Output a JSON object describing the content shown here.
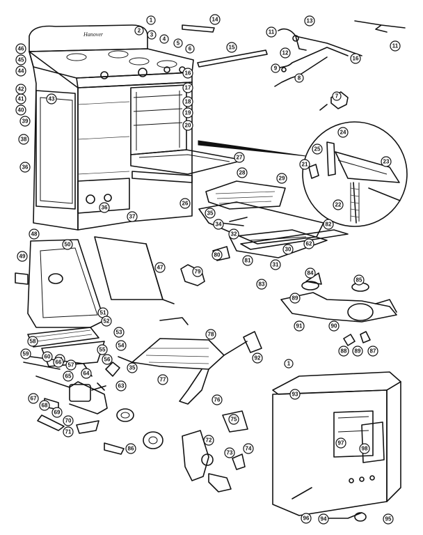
{
  "diagram": {
    "cabinet_logo_text": "Hanover",
    "callouts": [
      {
        "id": "c1",
        "label": "1"
      },
      {
        "id": "c2",
        "label": "2"
      },
      {
        "id": "c3",
        "label": "3"
      },
      {
        "id": "c4",
        "label": "4"
      },
      {
        "id": "c5",
        "label": "5"
      },
      {
        "id": "c6",
        "label": "6"
      },
      {
        "id": "c7",
        "label": "7"
      },
      {
        "id": "c8",
        "label": "8"
      },
      {
        "id": "c9",
        "label": "9"
      },
      {
        "id": "c11",
        "label": "11"
      },
      {
        "id": "c11b",
        "label": "11"
      },
      {
        "id": "c12",
        "label": "12"
      },
      {
        "id": "c13",
        "label": "13"
      },
      {
        "id": "c14",
        "label": "14"
      },
      {
        "id": "c15",
        "label": "15"
      },
      {
        "id": "c16a",
        "label": "16"
      },
      {
        "id": "c16b",
        "label": "16"
      },
      {
        "id": "c17",
        "label": "17"
      },
      {
        "id": "c18",
        "label": "18"
      },
      {
        "id": "c19",
        "label": "19"
      },
      {
        "id": "c20",
        "label": "20"
      },
      {
        "id": "c21",
        "label": "21"
      },
      {
        "id": "c22",
        "label": "22"
      },
      {
        "id": "c23",
        "label": "23"
      },
      {
        "id": "c24",
        "label": "24"
      },
      {
        "id": "c25",
        "label": "25"
      },
      {
        "id": "c26",
        "label": "26"
      },
      {
        "id": "c27",
        "label": "27"
      },
      {
        "id": "c28",
        "label": "28"
      },
      {
        "id": "c29",
        "label": "29"
      },
      {
        "id": "c30",
        "label": "30"
      },
      {
        "id": "c31",
        "label": "31"
      },
      {
        "id": "c32",
        "label": "32"
      },
      {
        "id": "c34",
        "label": "34"
      },
      {
        "id": "c35",
        "label": "35"
      },
      {
        "id": "c35b",
        "label": "35"
      },
      {
        "id": "c36",
        "label": "36"
      },
      {
        "id": "c36b",
        "label": "36"
      },
      {
        "id": "c37",
        "label": "37"
      },
      {
        "id": "c38",
        "label": "38"
      },
      {
        "id": "c39",
        "label": "39"
      },
      {
        "id": "c40",
        "label": "40"
      },
      {
        "id": "c41",
        "label": "41"
      },
      {
        "id": "c42",
        "label": "42"
      },
      {
        "id": "c43",
        "label": "43"
      },
      {
        "id": "c44",
        "label": "44"
      },
      {
        "id": "c45",
        "label": "45"
      },
      {
        "id": "c46",
        "label": "46"
      },
      {
        "id": "c47",
        "label": "47"
      },
      {
        "id": "c48",
        "label": "48"
      },
      {
        "id": "c49",
        "label": "49"
      },
      {
        "id": "c50",
        "label": "50"
      },
      {
        "id": "c51",
        "label": "51"
      },
      {
        "id": "c52",
        "label": "52"
      },
      {
        "id": "c53",
        "label": "53"
      },
      {
        "id": "c54",
        "label": "54"
      },
      {
        "id": "c55",
        "label": "55"
      },
      {
        "id": "c56",
        "label": "56"
      },
      {
        "id": "c57",
        "label": "57"
      },
      {
        "id": "c58",
        "label": "58"
      },
      {
        "id": "c59",
        "label": "59"
      },
      {
        "id": "c60",
        "label": "60"
      },
      {
        "id": "c61",
        "label": "61"
      },
      {
        "id": "c62",
        "label": "62"
      },
      {
        "id": "c63",
        "label": "63"
      },
      {
        "id": "c64",
        "label": "64"
      },
      {
        "id": "c65",
        "label": "65"
      },
      {
        "id": "c66",
        "label": "66"
      },
      {
        "id": "c67",
        "label": "67"
      },
      {
        "id": "c68",
        "label": "68"
      },
      {
        "id": "c69",
        "label": "69"
      },
      {
        "id": "c70",
        "label": "70"
      },
      {
        "id": "c71",
        "label": "71"
      },
      {
        "id": "c72",
        "label": "72"
      },
      {
        "id": "c73",
        "label": "73"
      },
      {
        "id": "c74",
        "label": "74"
      },
      {
        "id": "c75",
        "label": "75"
      },
      {
        "id": "c76",
        "label": "76"
      },
      {
        "id": "c77",
        "label": "77"
      },
      {
        "id": "c78",
        "label": "78"
      },
      {
        "id": "c79",
        "label": "79"
      },
      {
        "id": "c80",
        "label": "80"
      },
      {
        "id": "c81",
        "label": "81"
      },
      {
        "id": "c82",
        "label": "82"
      },
      {
        "id": "c83",
        "label": "83"
      },
      {
        "id": "c83b",
        "label": "83"
      },
      {
        "id": "c84",
        "label": "84"
      },
      {
        "id": "c85",
        "label": "85"
      },
      {
        "id": "c86",
        "label": "86"
      },
      {
        "id": "c87",
        "label": "87"
      },
      {
        "id": "c88",
        "label": "88"
      },
      {
        "id": "c89",
        "label": "89"
      },
      {
        "id": "c89b",
        "label": "89"
      },
      {
        "id": "c90",
        "label": "90"
      },
      {
        "id": "c91",
        "label": "91"
      },
      {
        "id": "c92",
        "label": "92"
      },
      {
        "id": "c93",
        "label": "93"
      },
      {
        "id": "c94",
        "label": "94"
      },
      {
        "id": "c95",
        "label": "95"
      },
      {
        "id": "c96",
        "label": "96"
      },
      {
        "id": "c97",
        "label": "97"
      },
      {
        "id": "c98",
        "label": "98"
      },
      {
        "id": "c1b",
        "label": "1"
      }
    ]
  }
}
